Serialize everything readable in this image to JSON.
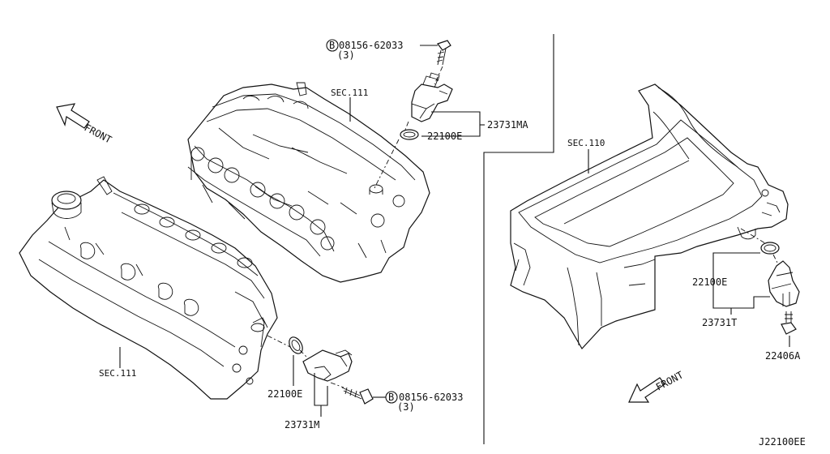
{
  "diagram_id": "J22100EE",
  "front_labels": [
    "FRONT",
    "FRONT"
  ],
  "sections": {
    "cylinder_head_rear": "SEC.111",
    "cylinder_head_front": "SEC.111",
    "oil_pan": "SEC.110"
  },
  "bolt_top": {
    "circle": "B",
    "part": "08156-62033",
    "qty": "(3)"
  },
  "bolt_bottom": {
    "circle": "B",
    "part": "08156-62033",
    "qty": "(3)"
  },
  "parts": {
    "sensor_top": "23731MA",
    "oring_top": "22100E",
    "oring_left": "22100E",
    "sensor_left": "23731M",
    "oring_right": "22100E",
    "sensor_right": "23731T",
    "bolt_right": "22406A"
  }
}
